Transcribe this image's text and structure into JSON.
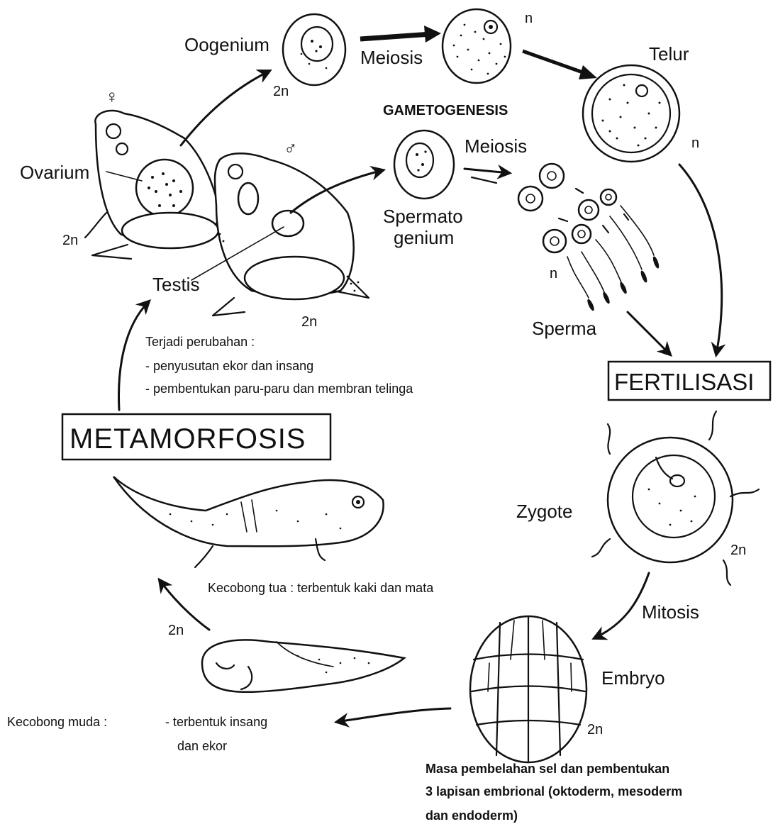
{
  "labels": {
    "oogenium": "Oogenium",
    "meiosis_top": "Meiosis",
    "n_top": "n",
    "telur": "Telur",
    "n_telur": "n",
    "gametogenesis": "GAMETOGENESIS",
    "female_symbol": "♀",
    "male_symbol": "♂",
    "ovarium": "Ovarium",
    "two_n_oogenium": "2n",
    "meiosis_mid": "Meiosis",
    "spermatogenium_1": "Spermato",
    "spermatogenium_2": "genium",
    "n_sperma": "n",
    "sperma": "Sperma",
    "two_n_female": "2n",
    "testis": "Testis",
    "two_n_male": "2n",
    "fertilisasi": "FERTILISASI",
    "zygote": "Zygote",
    "two_n_zygote": "2n",
    "mitosis": "Mitosis",
    "embryo": "Embryo",
    "two_n_embryo": "2n",
    "metamorfosis": "METAMORFOSIS",
    "two_n_tadpole": "2n",
    "kecobong_tua": "Kecobong tua : terbentuk kaki dan mata",
    "kecobong_muda_label": "Kecobong muda :",
    "kecobong_muda_1": "-  terbentuk insang",
    "kecobong_muda_2": "dan ekor"
  },
  "notes": {
    "perubahan_title": "Terjadi perubahan :",
    "perubahan_1": "-  penyusutan ekor dan insang",
    "perubahan_2": "-  pembentukan paru-paru dan membran telinga",
    "embryo_1": "Masa pembelahan sel dan pembentukan",
    "embryo_2": "3 lapisan embrional (oktoderm, mesoderm",
    "embryo_3": "dan endoderm)"
  }
}
